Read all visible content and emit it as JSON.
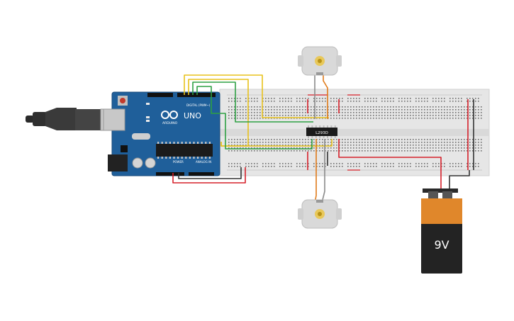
{
  "arduino": {
    "brand": "ARDUINO",
    "model": "UNO",
    "header_digital": "DIGITAL (PWM~)",
    "header_power": "POWER",
    "header_analog": "ANALOG IN",
    "color_board": "#1f5f9a"
  },
  "driver_chip": {
    "label": "L293D"
  },
  "battery": {
    "label": "9V"
  },
  "motors": [
    {
      "name": "motor-top"
    },
    {
      "name": "motor-bottom"
    }
  ],
  "colors": {
    "wire_yellow": "#e8c21c",
    "wire_green": "#2ea043",
    "wire_red": "#d6202a",
    "wire_black": "#333333",
    "wire_orange": "#e07b1a",
    "wire_gray": "#8a8a8a",
    "breadboard": "#e6e6e6",
    "battery_orange": "#e0872b",
    "battery_black": "#232323"
  }
}
